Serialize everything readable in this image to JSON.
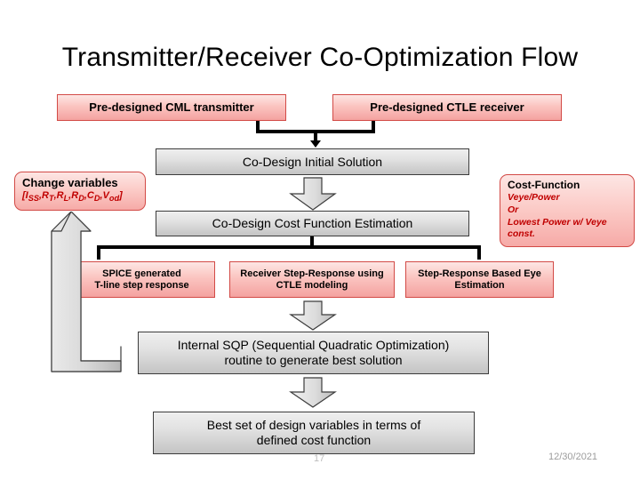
{
  "slide": {
    "title": "Transmitter/Receiver Co-Optimization Flow",
    "page_number": "17",
    "date": "12/30/2021"
  },
  "colors": {
    "pink_fill_top": "#fde6e4",
    "pink_fill_bottom": "#f4a2a0",
    "pink_border": "#d24a46",
    "gray_fill_top": "#efefef",
    "gray_fill_bottom": "#c4c4c4",
    "gray_border": "#3c3c3c",
    "callout_text": "#c00000",
    "connector": "#000000",
    "footer_text": "#9c9c9c"
  },
  "inputs": [
    {
      "label": "Pre-designed CML transmitter"
    },
    {
      "label": "Pre-designed CTLE receiver"
    }
  ],
  "stages": {
    "initial_solution": "Co-Design Initial Solution",
    "cost_estimation": "Co-Design Cost Function Estimation",
    "sqp_line1": "Internal SQP (Sequential Quadratic Optimization)",
    "sqp_line2": "routine to generate best solution",
    "result_line1": "Best set of design variables in terms of",
    "result_line2": "defined cost function"
  },
  "estimators": [
    {
      "line1": "SPICE generated",
      "line2": "T-line step response"
    },
    {
      "line1": "Receiver Step-Response using",
      "line2": "CTLE modeling"
    },
    {
      "line1": "Step-Response Based Eye",
      "line2": "Estimation"
    }
  ],
  "change_variables": {
    "title": "Change variables",
    "vars_open": "[",
    "vars": [
      {
        "base": "I",
        "sub": "SS"
      },
      {
        "base": "R",
        "sub": "T"
      },
      {
        "base": "R",
        "sub": "L"
      },
      {
        "base": "R",
        "sub": "D"
      },
      {
        "base": "C",
        "sub": "D"
      },
      {
        "base": "V",
        "sub": "od"
      }
    ],
    "vars_close": "]",
    "vars_plain": "[ISS,RT,RL,RD,CD,Vod]"
  },
  "cost_function": {
    "title": "Cost-Function",
    "line1": "Veye/Power",
    "line2": "Or",
    "line3": "Lowest Power w/ Veye",
    "line4": "const."
  }
}
